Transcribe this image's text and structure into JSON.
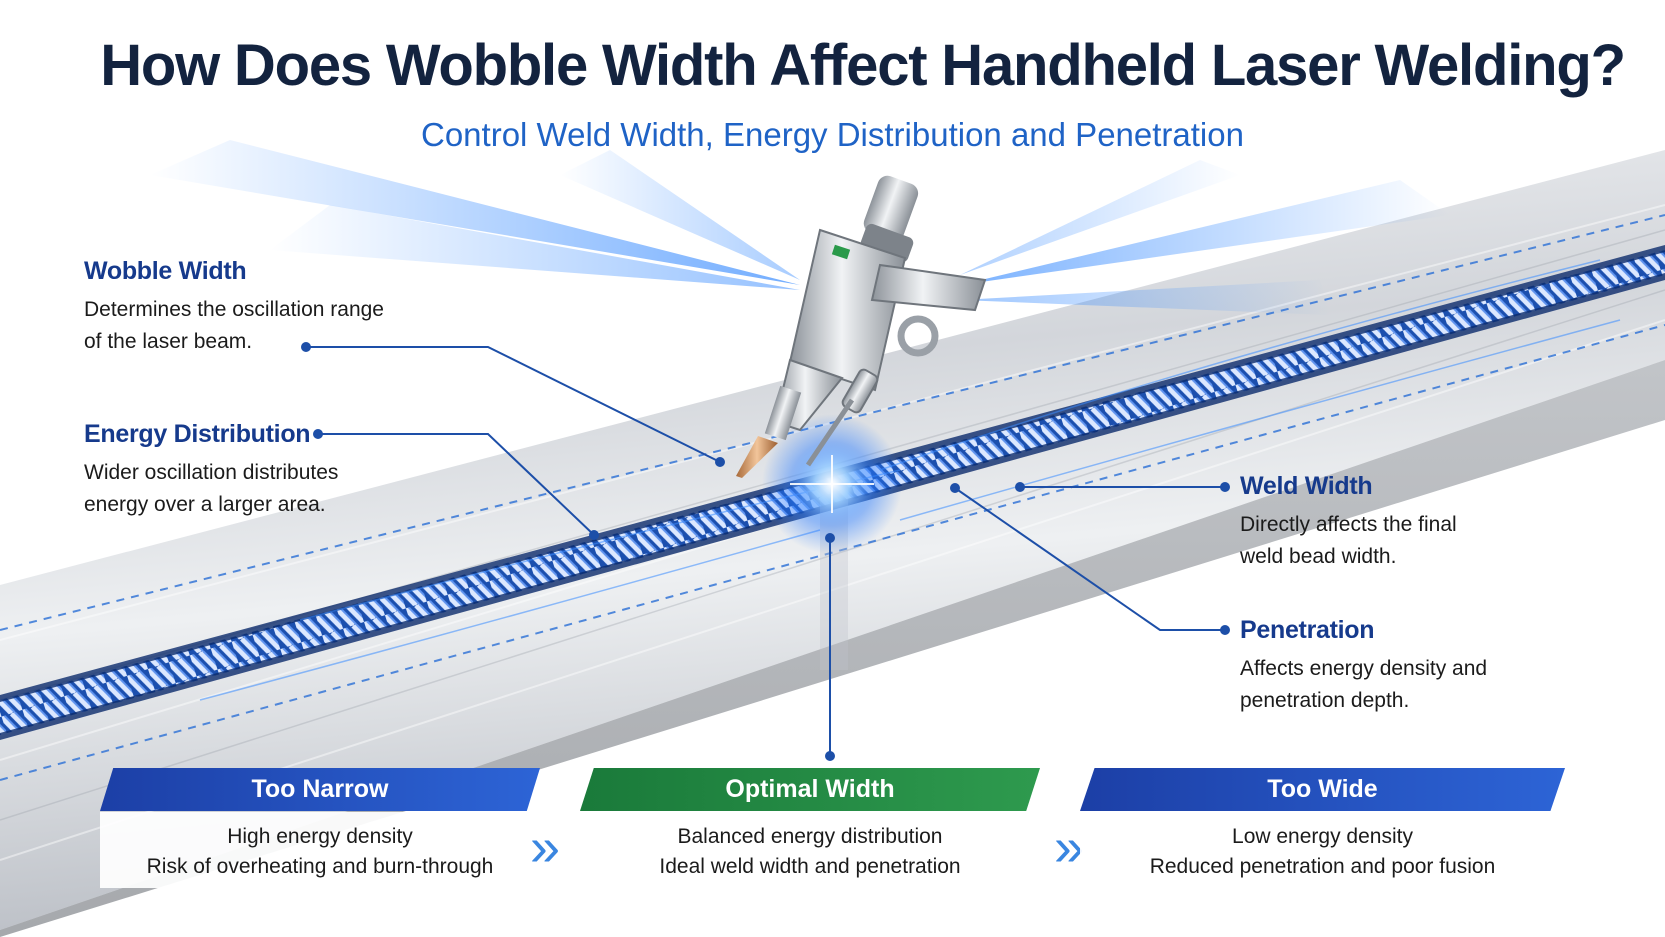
{
  "title": "How Does Wobble Width Affect Handheld Laser Welding?",
  "subtitle": "Control Weld Width, Energy Distribution and Penetration",
  "callouts": {
    "wobble_width": {
      "heading": "Wobble Width",
      "line1": "Determines the oscillation range",
      "line2": "of the laser beam."
    },
    "energy_distribution": {
      "heading": "Energy Distribution",
      "line1": "Wider oscillation distributes",
      "line2": "energy over a larger area."
    },
    "weld_width": {
      "heading": "Weld Width",
      "line1": "Directly affects the final",
      "line2": "weld bead width."
    },
    "penetration": {
      "heading": "Penetration",
      "line1": "Affects energy density and",
      "line2": "penetration depth."
    }
  },
  "panels": {
    "too_narrow": {
      "heading": "Too Narrow",
      "line1": "High energy density",
      "line2": "Risk of overheating and burn-through"
    },
    "optimal_width": {
      "heading": "Optimal Width",
      "line1": "Balanced energy distribution",
      "line2": "Ideal weld width and penetration"
    },
    "too_wide": {
      "heading": "Too Wide",
      "line1": "Low energy density",
      "line2": "Reduced penetration and poor fusion"
    }
  },
  "chevron_glyph": "»",
  "colors": {
    "title": "#13233f",
    "subtitle": "#1f63c6",
    "heading_blue": "#163a8c",
    "panel_blue": "#1c3fa6",
    "panel_green": "#1a7a3a",
    "leader_line": "#1d4fa8",
    "weld_glow": "#2a7cff"
  },
  "icons": [
    "handheld-laser-welding-gun-icon",
    "laser-spark-icon",
    "double-chevron-right-icon"
  ]
}
